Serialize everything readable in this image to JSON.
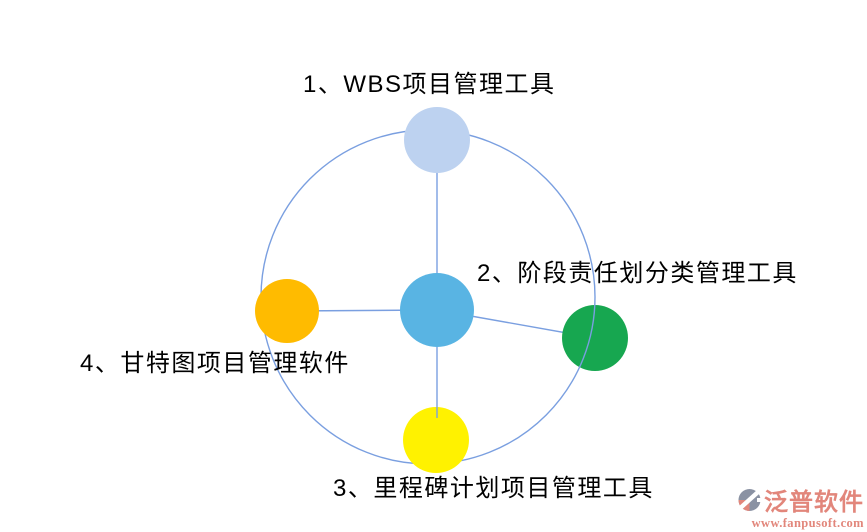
{
  "diagram": {
    "center": {
      "name": "hub",
      "color": "#59B4E3"
    },
    "connector_color": "#7A9FE0",
    "nodes": [
      {
        "id": "wbs",
        "label": "1、WBS项目管理工具",
        "color": "#BDD2F0",
        "position": "top"
      },
      {
        "id": "stage",
        "label": "2、阶段责任划分类管理工具",
        "color": "#17A750",
        "position": "right"
      },
      {
        "id": "milestone",
        "label": "3、里程碑计划项目管理工具",
        "color": "#FFF200",
        "position": "bottom"
      },
      {
        "id": "gantt",
        "label": "4、甘特图项目管理软件",
        "color": "#FFBB00",
        "position": "left"
      }
    ],
    "text_color": "#000000"
  },
  "watermark": {
    "brand": "泛普软件",
    "url": "www.fanpusoft.com",
    "accent_color": "#E2867B",
    "logo_gray": "#8A92A3"
  }
}
